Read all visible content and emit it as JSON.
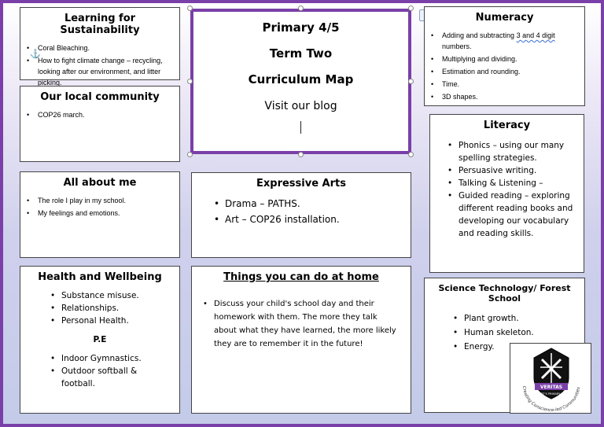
{
  "title": {
    "line1": "Primary 4/5",
    "line2": "Term Two",
    "line3": "Curriculum Map",
    "blog": "Visit our blog"
  },
  "sustainability": {
    "heading": "Learning for Sustainability",
    "items": [
      "Coral Bleaching.",
      "How to fight climate change – recycling, looking after our environment, and litter picking."
    ]
  },
  "community": {
    "heading": "Our local community",
    "items": [
      "COP26 march."
    ]
  },
  "about_me": {
    "heading": "All about me",
    "items": [
      "The role I play in my school.",
      "My feelings and emotions."
    ]
  },
  "health": {
    "heading": "Health and Wellbeing",
    "items": [
      "Substance misuse.",
      "Relationships.",
      "Personal Health."
    ],
    "pe_heading": "P.E",
    "pe_items": [
      "Indoor Gymnastics.",
      "Outdoor softball & football."
    ]
  },
  "expressive": {
    "heading": "Expressive Arts",
    "items": [
      "Drama – PATHS.",
      "Art – COP26 installation."
    ]
  },
  "home": {
    "heading": "Things you can do at home",
    "items": [
      "Discuss your child's school day and their homework with them. The more they talk about what they have learned, the more likely they are to remember it in the future!"
    ]
  },
  "numeracy": {
    "heading": "Numeracy",
    "item1_pre": "Adding and subtracting ",
    "item1_link": "3 and 4 digit",
    "item1_post": " numbers.",
    "items": [
      "Multiplying and dividing.",
      "Estimation and rounding.",
      "Time.",
      "3D shapes."
    ]
  },
  "literacy": {
    "heading": "Literacy",
    "items": [
      "Phonics – using our many spelling strategies.",
      "Persuasive writing.",
      "Talking & Listening –",
      "Guided reading – exploring different reading books and developing our vocabulary and reading skills."
    ]
  },
  "science": {
    "heading": "Science Technology/ Forest School",
    "items": [
      "Plant growth.",
      "Human skeleton.",
      "Energy."
    ]
  },
  "logo": {
    "banner": "VERITAS",
    "school": "ST ALBERT'S PRIMARY SCHOOL",
    "ring": "Creating Conscience-led Communities"
  }
}
